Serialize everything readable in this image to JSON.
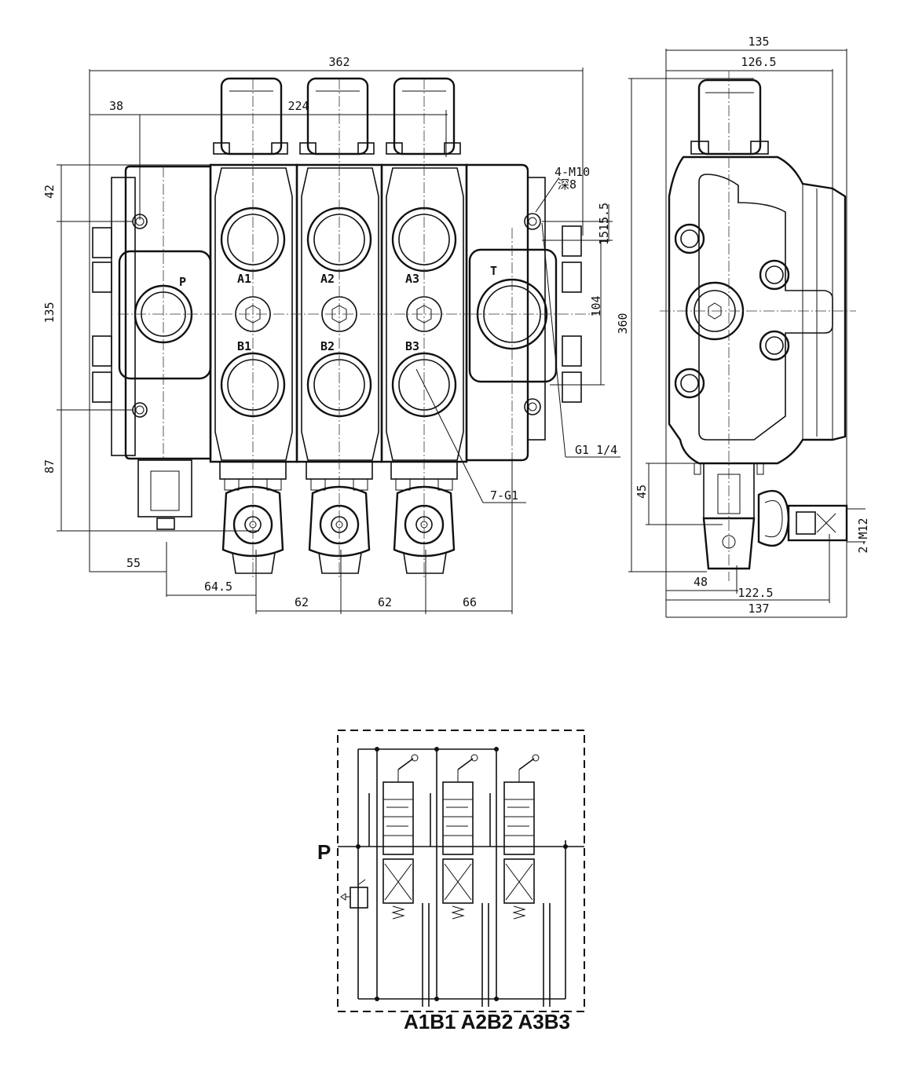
{
  "front_view": {
    "dims": {
      "overall_width": "362",
      "spool_offset": "224",
      "left_offset": "38",
      "top_height": "42",
      "mid_height": "135",
      "bottom_height": "87",
      "left_bottom": "55",
      "left_bottom_2": "64.5",
      "pitch_1": "62",
      "pitch_2": "62",
      "pitch_3": "66",
      "right_small": "15.5",
      "right_small_2": "15.5",
      "right_height": "104"
    },
    "ports": {
      "p": "P",
      "t": "T",
      "a1": "A1",
      "a2": "A2",
      "a3": "A3",
      "b1": "B1",
      "b2": "B2",
      "b3": "B3"
    },
    "callouts": {
      "mount_holes": "4-M10",
      "mount_depth": "深8",
      "tank_thread": "G1 1/4",
      "work_thread": "7-G1"
    }
  },
  "side_view": {
    "dims": {
      "top_width": "135",
      "top_width_2": "126.5",
      "height": "360",
      "handle_height": "45",
      "bottom_1": "48",
      "bottom_2": "122.5",
      "bottom_3": "137",
      "bolt": "2-M12"
    }
  },
  "schematic": {
    "pressure_label": "P",
    "bottom_labels": "A1B1 A2B2 A3B3"
  }
}
